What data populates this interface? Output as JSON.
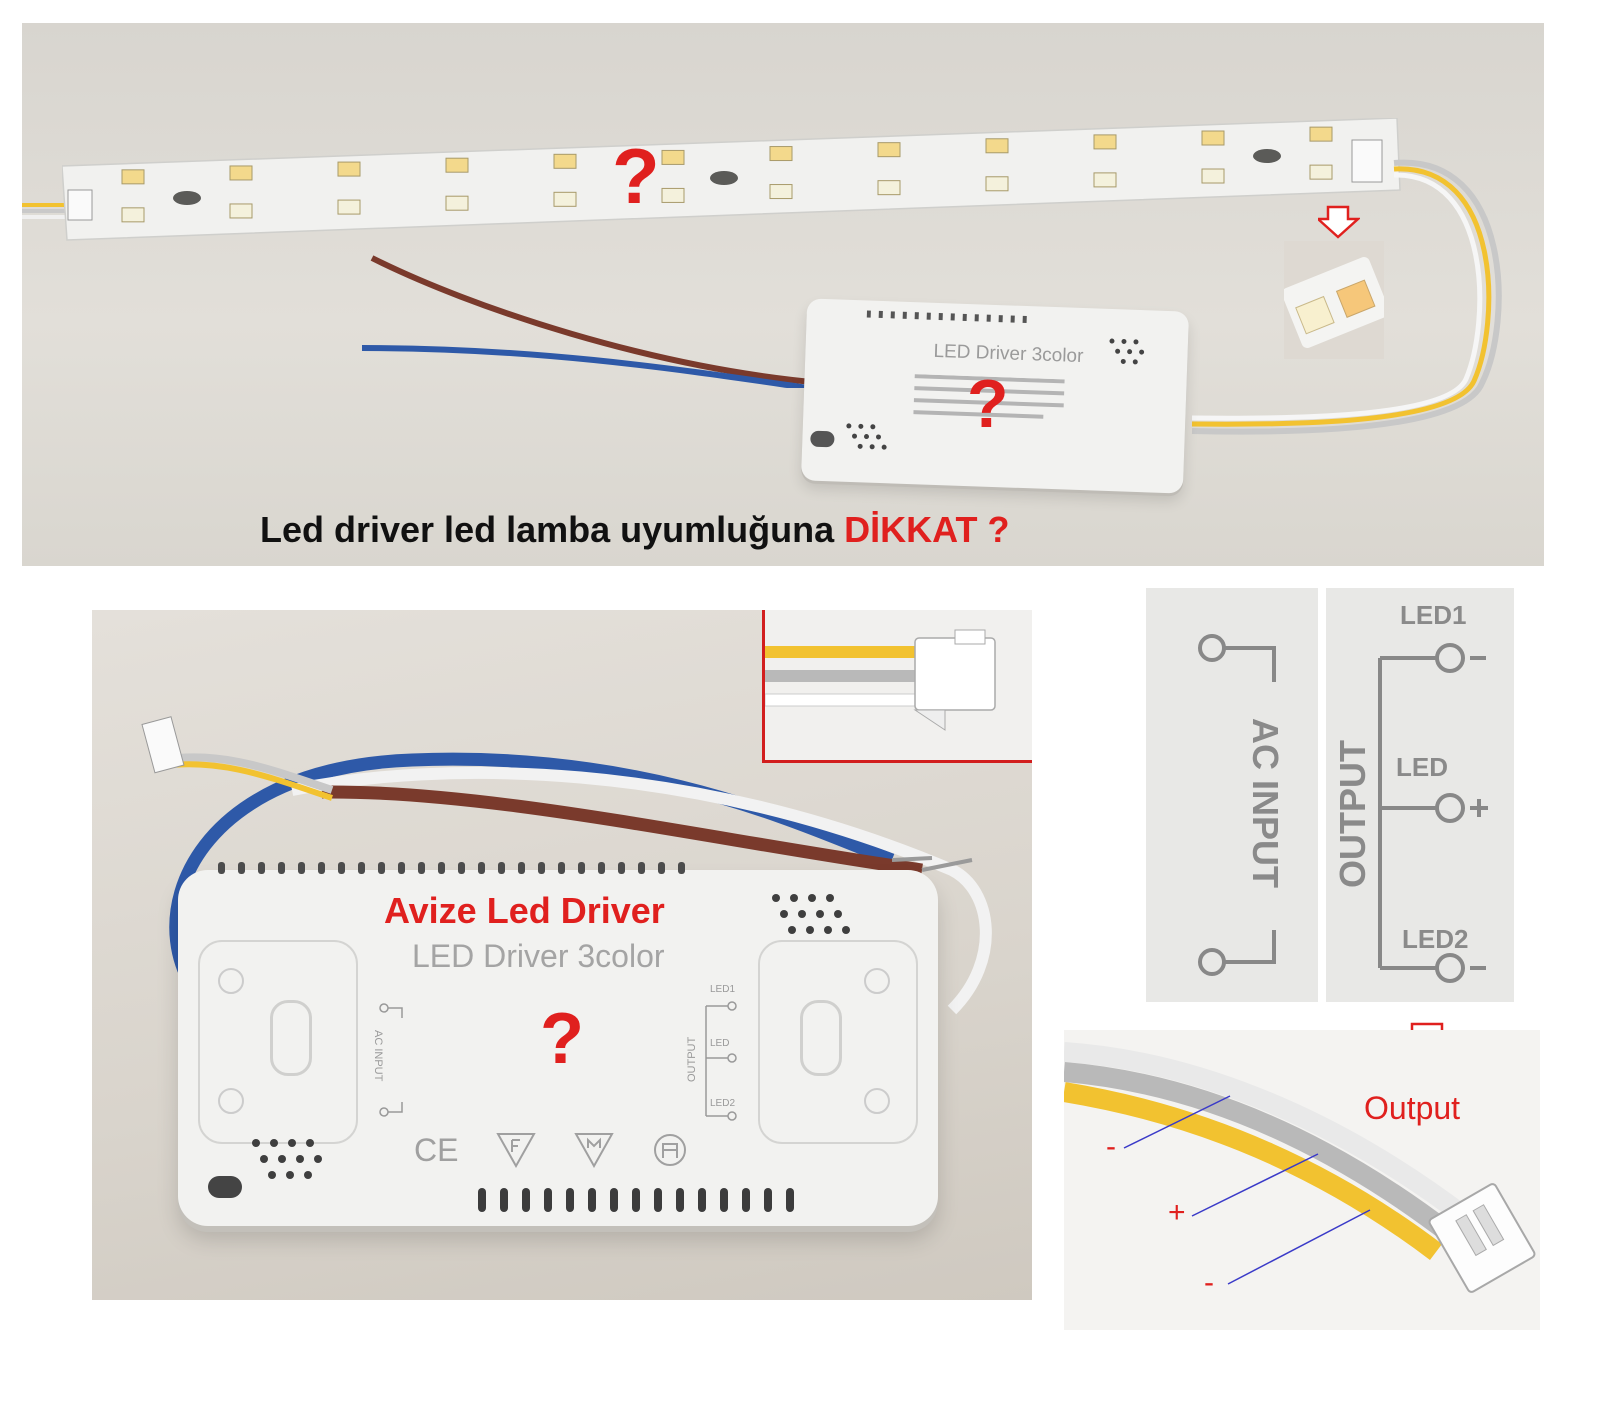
{
  "top": {
    "caption_main": "Led driver led lamba uyumluğuna ",
    "caption_accent": "DİKKAT ?",
    "qmark_strip": "?",
    "qmark_driver": "?",
    "driver_title": "LED Driver 3color"
  },
  "bottom_left": {
    "title": "Avize Led Driver",
    "driver_title": "LED Driver 3color",
    "qmark": "?",
    "ac_input": "AC INPUT",
    "output": "OUTPUT",
    "led1": "LED1",
    "led": "LED",
    "led2": "LED2",
    "cert_ce": "CE"
  },
  "closeup": {
    "ac_input": "AC INPUT",
    "output": "OUTPUT",
    "led1": "LED1",
    "led": "LED",
    "led2": "LED2"
  },
  "wires": {
    "output_label": "Output",
    "minus_top": "-",
    "plus": "+",
    "minus_bottom": "-"
  },
  "colors": {
    "accent": "#e0201e",
    "caption": "#111111",
    "panel_bg": "#dedbd5",
    "driver_body": "#f2f2f0",
    "wire_blue": "#2e59a8",
    "wire_brown": "#7a3a2c",
    "wire_yellow": "#f2c230",
    "wire_gray": "#b8b8b8",
    "pointer_line": "#3a3ac8"
  },
  "icons": [
    "question-mark-icon",
    "down-arrow-icon",
    "led-chip-icon",
    "connector-icon",
    "vent-holes-icon"
  ]
}
